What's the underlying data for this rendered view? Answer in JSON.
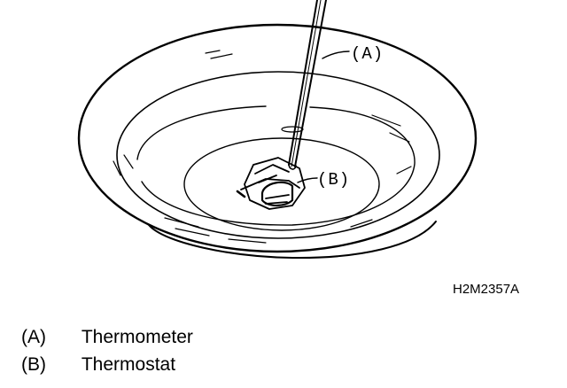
{
  "figure": {
    "code": "H2M2357A",
    "callouts": [
      {
        "key": "(A)"
      },
      {
        "key": "(B)"
      }
    ]
  },
  "legend": [
    {
      "key": "(A)",
      "text": "Thermometer"
    },
    {
      "key": "(B)",
      "text": "Thermostat"
    }
  ]
}
